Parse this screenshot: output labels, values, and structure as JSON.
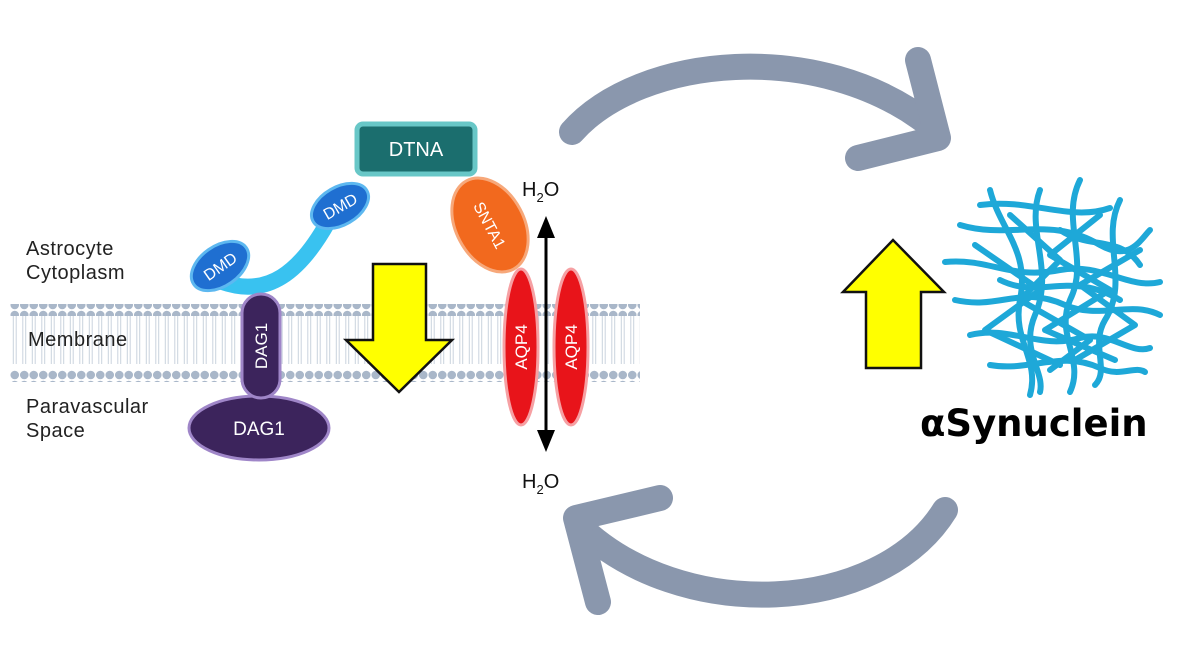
{
  "labels": {
    "astrocyte_line1": "Astrocyte",
    "astrocyte_line2": "Cytoplasm",
    "membrane": "Membrane",
    "paravascular_line1": "Paravascular",
    "paravascular_line2": "Space",
    "water_top": "H",
    "water_top_sub": "2",
    "water_top_end": "O",
    "water_bottom": "H",
    "water_bottom_sub": "2",
    "water_bottom_end": "O",
    "synuclein": "αSynuclein"
  },
  "proteins": {
    "dtna": "DTNA",
    "snta1": "SNTA1",
    "dmd_upper": "DMD",
    "dmd_lower": "DMD",
    "dag1_membrane": "DAG1",
    "dag1_extracellular": "DAG1",
    "aqp4_left": "AQP4",
    "aqp4_right": "AQP4"
  },
  "colors": {
    "dtna": "#1b6e6e",
    "snta1": "#f2691e",
    "dmd": "#1f6fd1",
    "dmd_linker": "#39c2f0",
    "dag1": "#3c245c",
    "aqp4": "#e8141a",
    "cycle_arrow": "#8a97ad",
    "indicator_arrow": "#ffff00",
    "synuclein": "#1ea8d8",
    "membrane_head": "#a9b7c9"
  },
  "indicators": {
    "aqp4_complex": "down-arrow",
    "synuclein": "up-arrow"
  }
}
